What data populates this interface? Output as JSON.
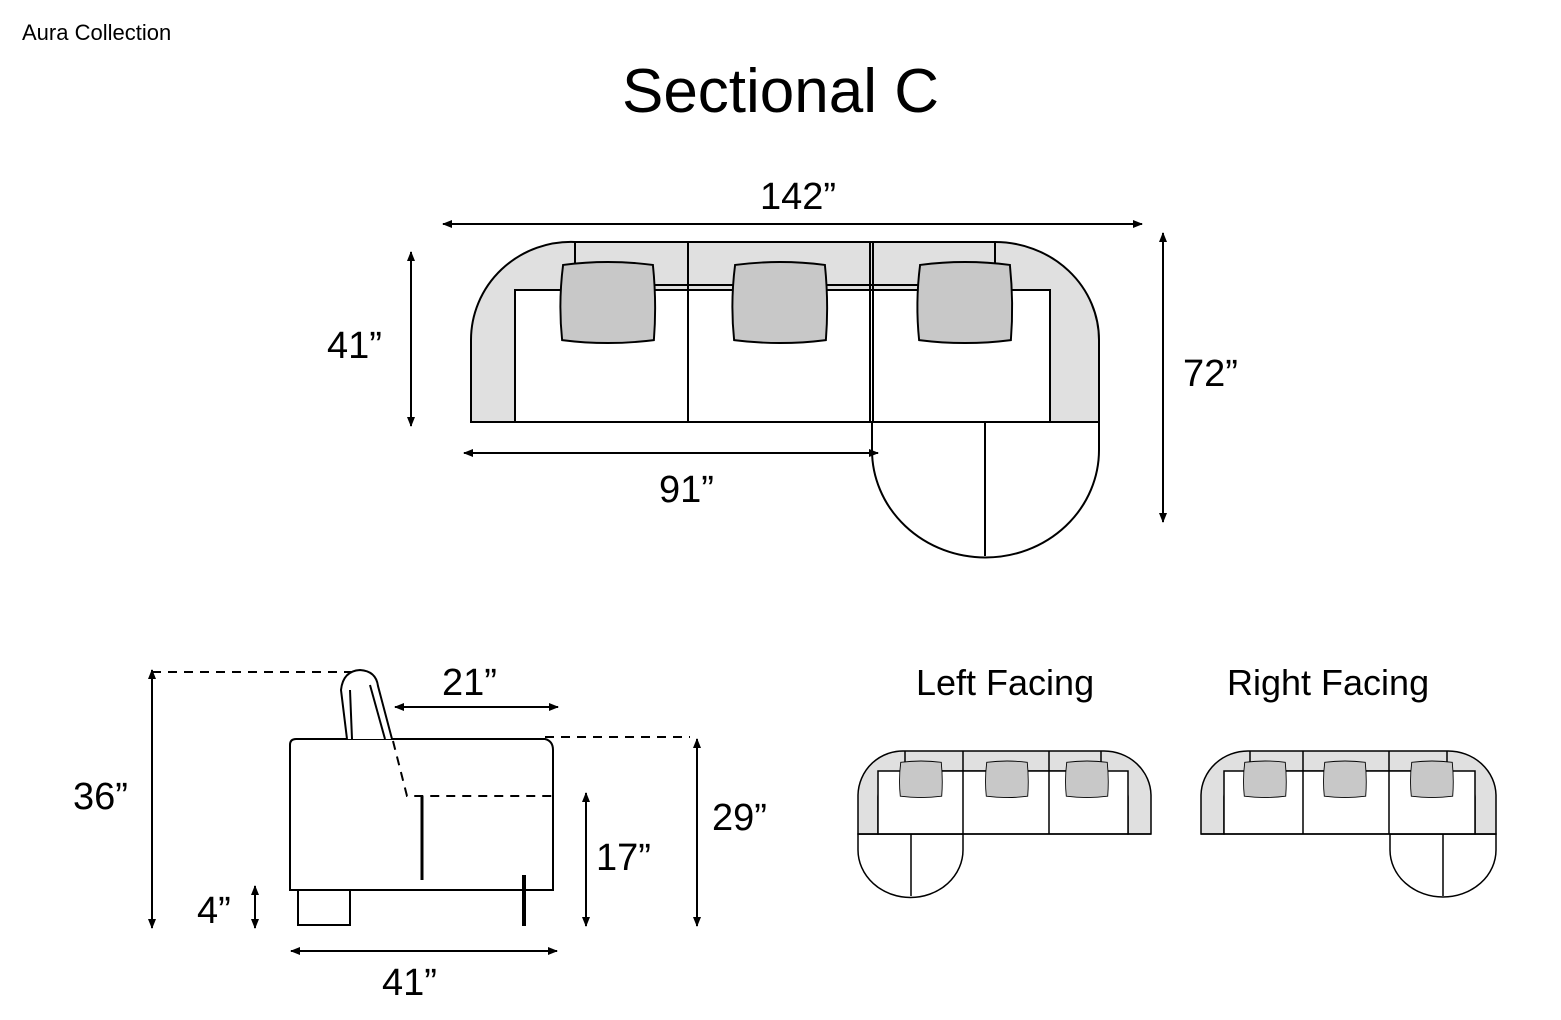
{
  "collection": "Aura Collection",
  "title": "Sectional C",
  "top_view": {
    "overall_width": "142”",
    "seat_depth": "41”",
    "overall_depth": "72”",
    "section_width": "91”"
  },
  "side_view": {
    "seat_depth": "21”",
    "overall_height": "36”",
    "arm_height": "29”",
    "seat_height": "17”",
    "leg_height": "4”",
    "overall_depth": "41”"
  },
  "orientations": {
    "left_label": "Left Facing",
    "right_label": "Right Facing"
  },
  "colors": {
    "upholstery": "#e0e0e0",
    "pillow": "#c8c8c8",
    "line": "#000000"
  }
}
